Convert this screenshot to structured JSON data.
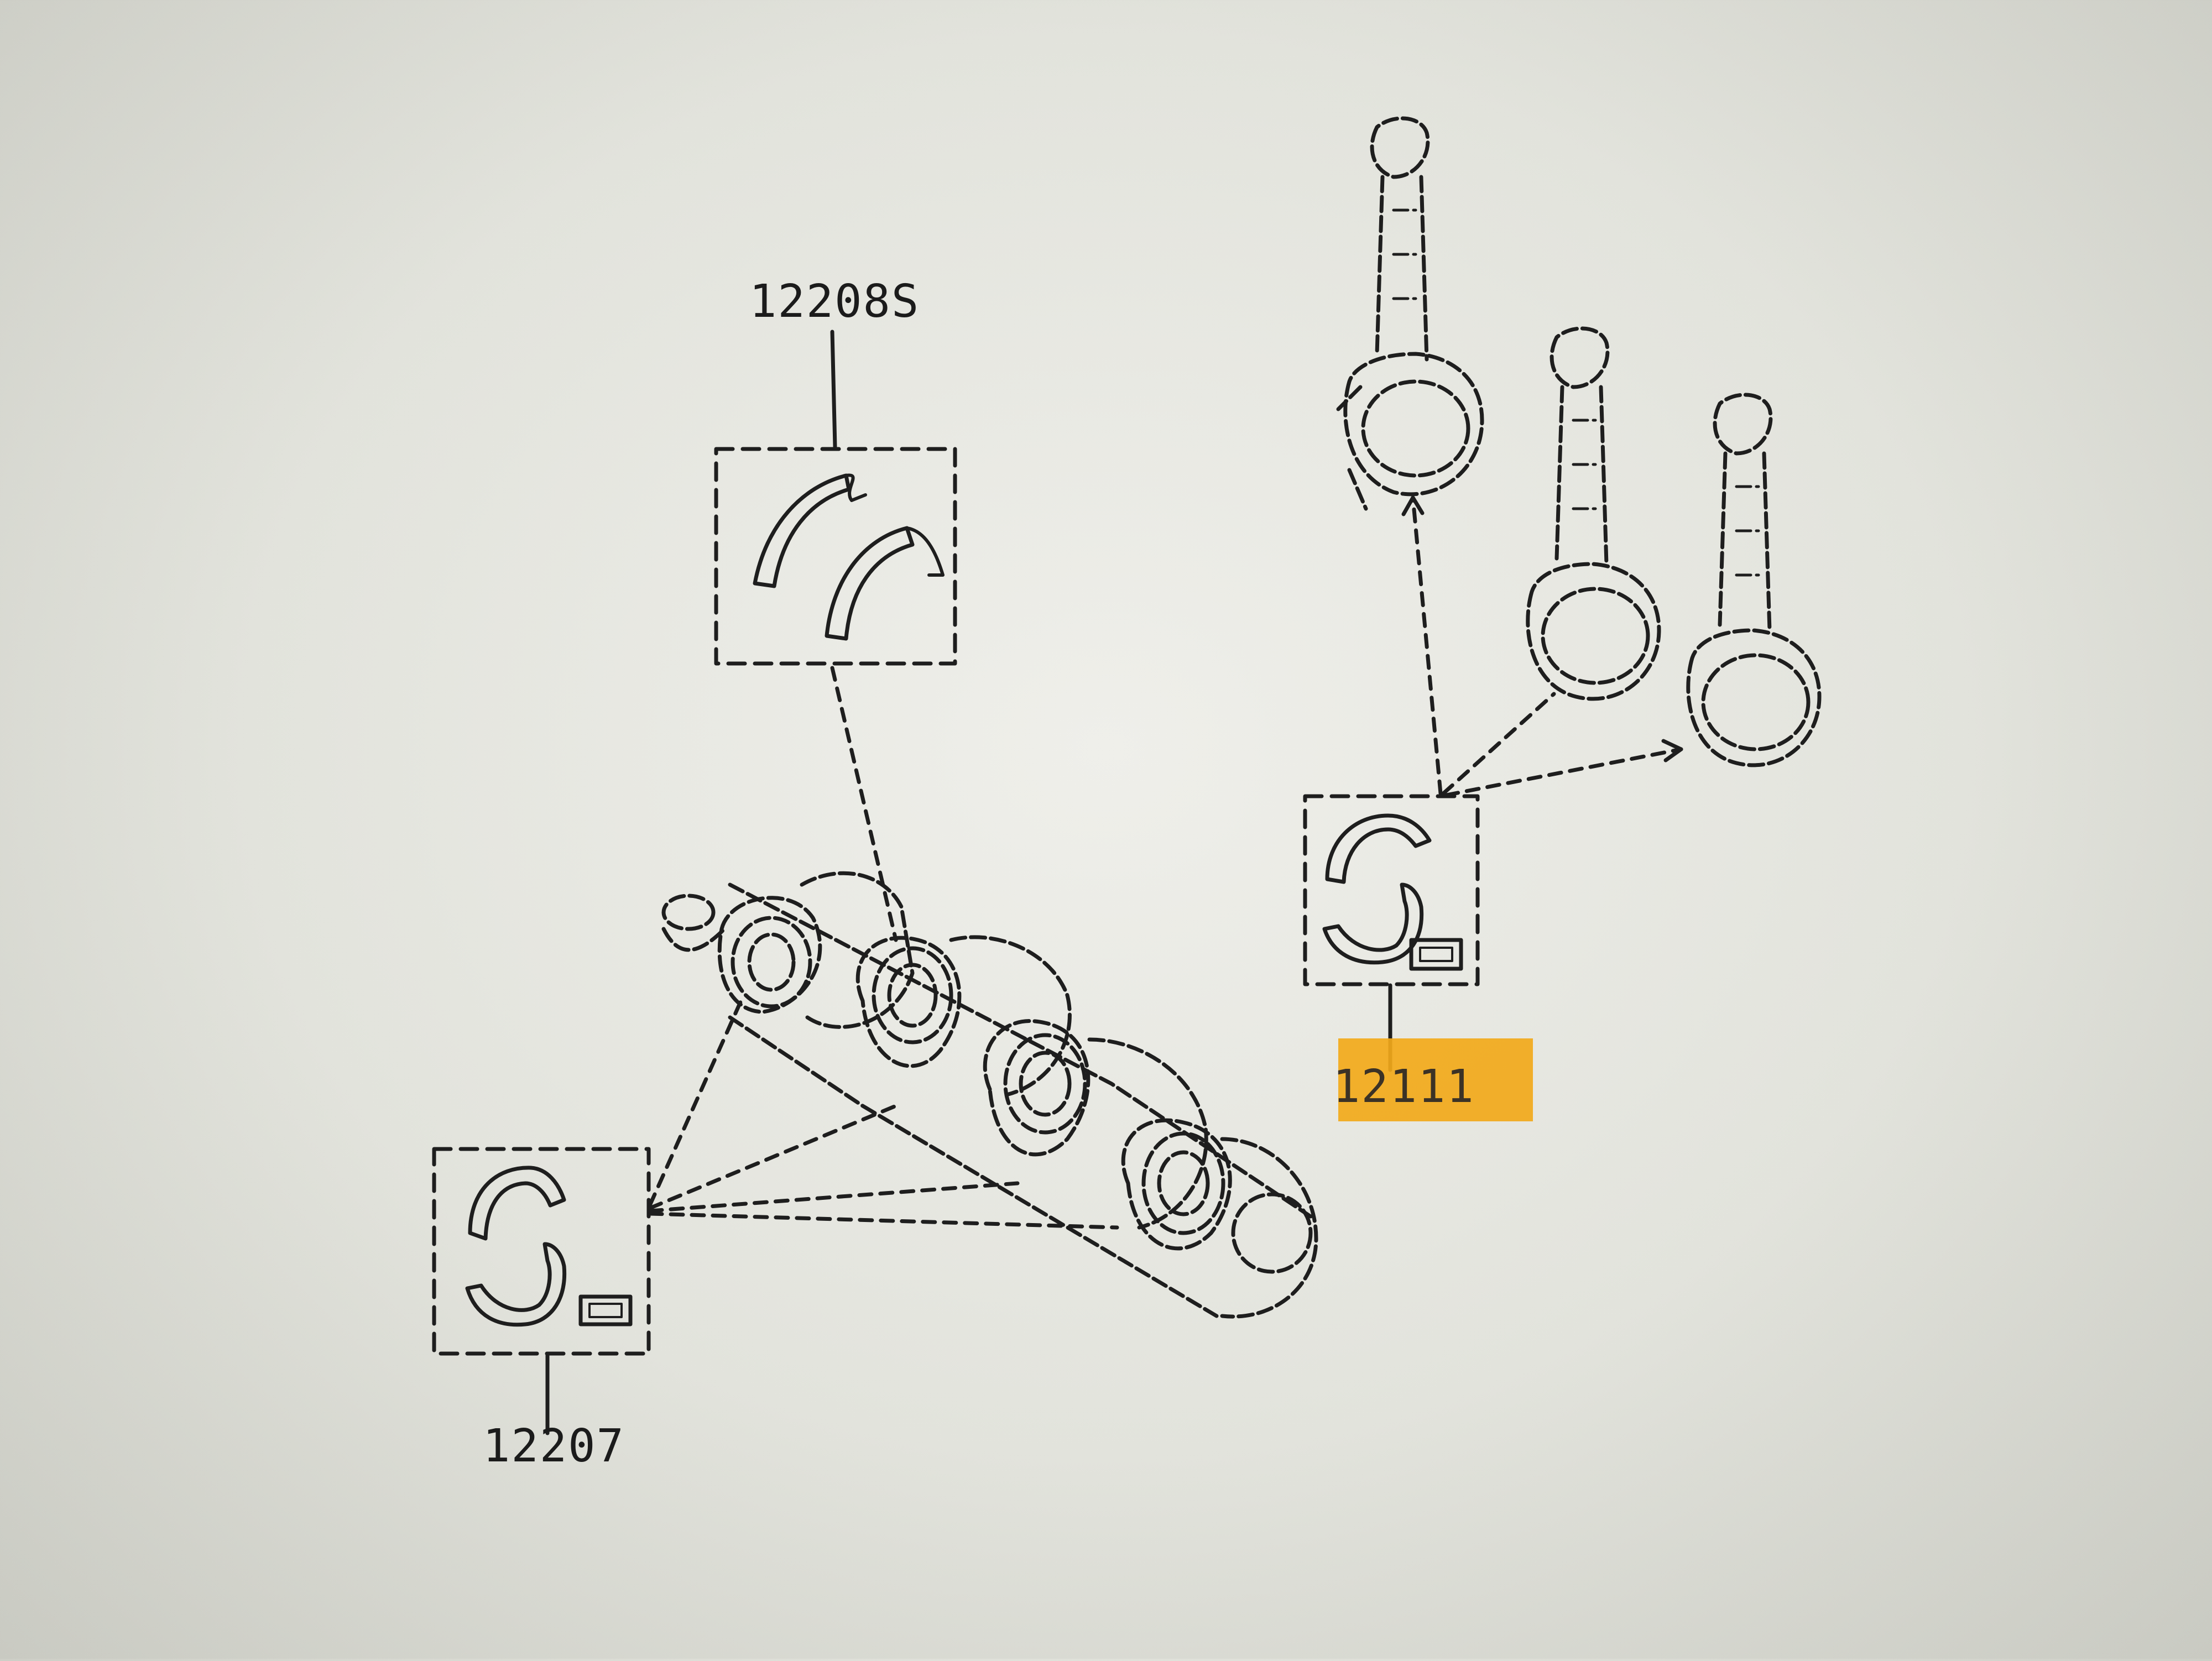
{
  "callouts": {
    "thrust_washer": "12208S",
    "main_bearing": "12207",
    "conrod_bearing": "12111"
  },
  "highlight_color": "#f2a91a",
  "line_color": "#1e1e1e"
}
